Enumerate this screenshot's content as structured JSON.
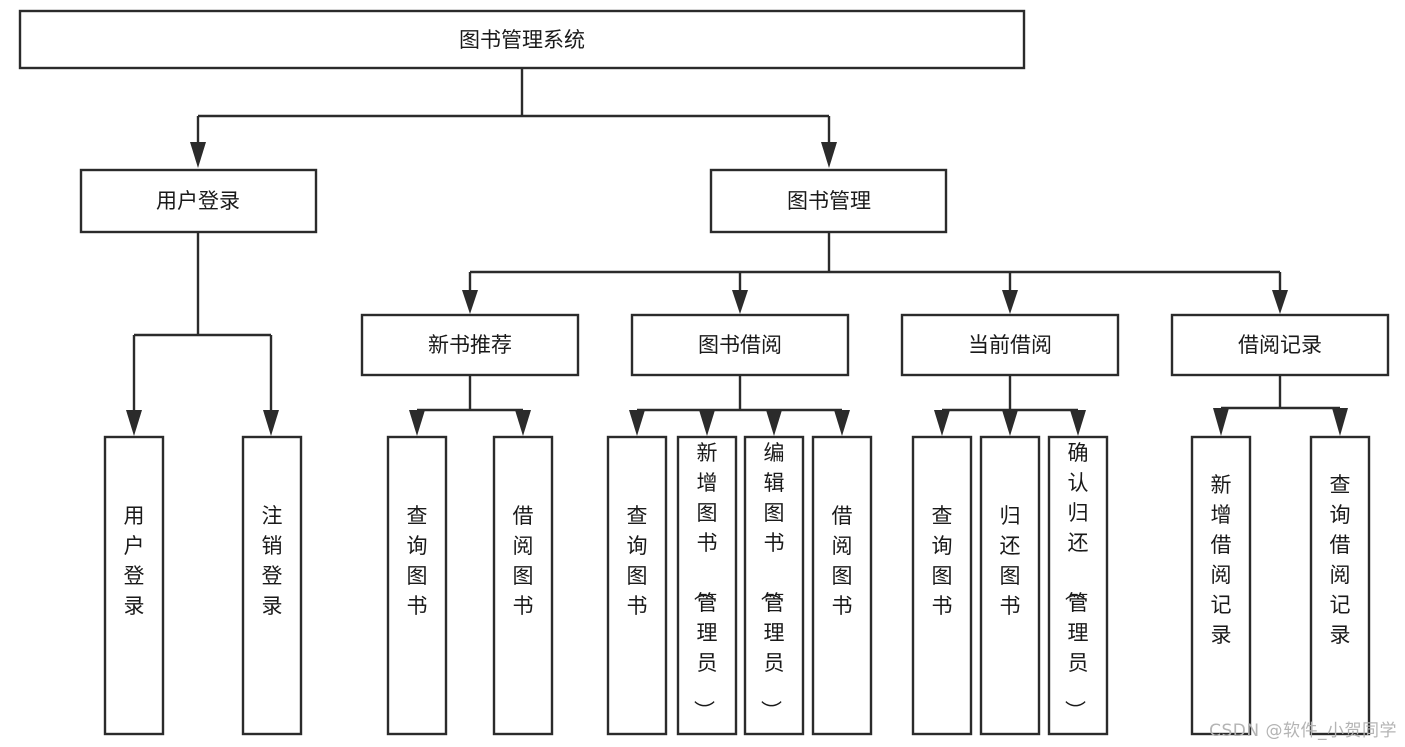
{
  "diagram": {
    "title": "图书管理系统",
    "type": "hierarchy-tree",
    "watermark": "CSDN @软件_小贺同学",
    "colors": {
      "box_stroke": "#2b2b2b",
      "box_fill": "#ffffff",
      "text": "#1a1a1a",
      "watermark": "#b4b4b4",
      "background": "#ffffff"
    },
    "root": {
      "label": "图书管理系统"
    },
    "level2": [
      {
        "label": "用户登录"
      },
      {
        "label": "图书管理"
      }
    ],
    "level3": [
      {
        "label": "新书推荐"
      },
      {
        "label": "图书借阅"
      },
      {
        "label": "当前借阅"
      },
      {
        "label": "借阅记录"
      }
    ],
    "leaves": {
      "user_login": [
        {
          "label": "用户登录"
        },
        {
          "label": "注销登录"
        }
      ],
      "new_book_recommend": [
        {
          "label": "查询图书"
        },
        {
          "label": "借阅图书"
        }
      ],
      "book_borrow": [
        {
          "label": "查询图书"
        },
        {
          "label": "新增图书（管理员）"
        },
        {
          "label": "编辑图书（管理员）"
        },
        {
          "label": "借阅图书"
        }
      ],
      "current_borrow": [
        {
          "label": "查询图书"
        },
        {
          "label": "归还图书"
        },
        {
          "label": "确认归还（管理员）"
        }
      ],
      "borrow_records": [
        {
          "label": "新增借阅记录"
        },
        {
          "label": "查询借阅记录"
        }
      ]
    }
  }
}
